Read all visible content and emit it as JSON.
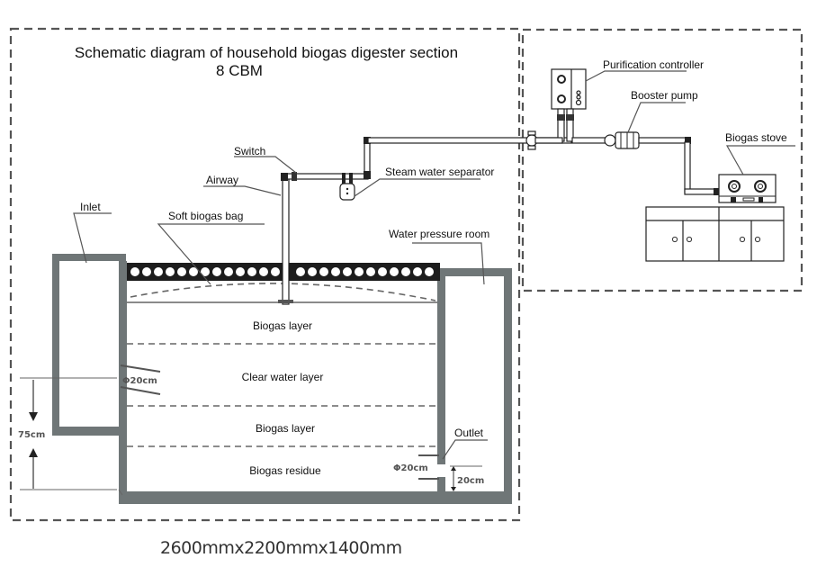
{
  "title": {
    "line1": "Schematic diagram of household biogas digester section",
    "line2": "8 CBM"
  },
  "labels": {
    "switch": "Switch",
    "airway": "Airway",
    "steam_water_separator": "Steam water separator",
    "inlet": "Inlet",
    "soft_biogas_bag": "Soft biogas bag",
    "water_pressure_room": "Water pressure room",
    "purification_controller": "Purification controller",
    "booster_pump": "Booster pump",
    "biogas_stove": "Biogas stove",
    "outlet": "Outlet"
  },
  "layers": [
    "Biogas layer",
    "Clear water layer",
    "Biogas layer",
    "Biogas residue"
  ],
  "dimensions": {
    "inlet_pipe_diameter": "Φ20cm",
    "outlet_pipe_diameter": "Φ20cm",
    "outlet_height": "20cm",
    "inlet_height": "75cm",
    "overall_size": "2600mmx2200mmx1400mm"
  }
}
